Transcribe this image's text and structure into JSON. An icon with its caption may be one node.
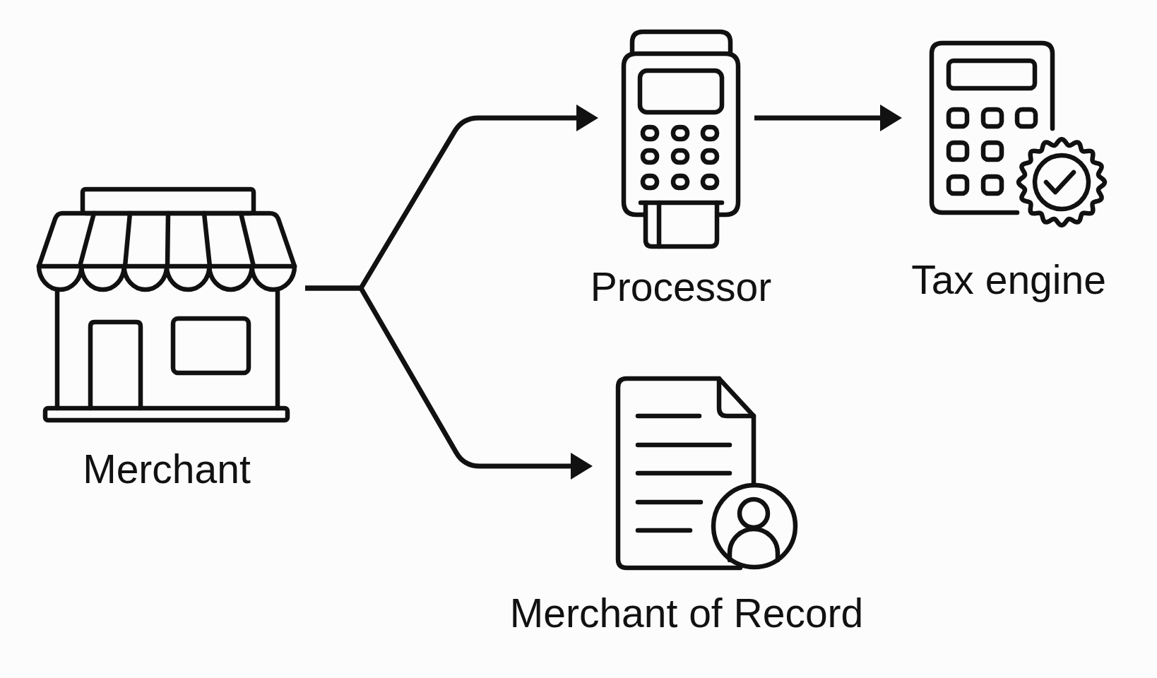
{
  "diagram": {
    "nodes": [
      {
        "text": [
          "Merchant"
        ]
      },
      {
        "text": [
          "Processor"
        ]
      },
      {
        "text": [
          "Tax engine"
        ]
      },
      {
        "text": [
          "Merchant of Record"
        ]
      }
    ],
    "edges": [
      {
        "from": 0,
        "to": 1,
        "arrow": "to"
      },
      {
        "from": 0,
        "to": 3,
        "arrow": "to"
      },
      {
        "from": 1,
        "to": 2,
        "arrow": "to"
      }
    ]
  }
}
